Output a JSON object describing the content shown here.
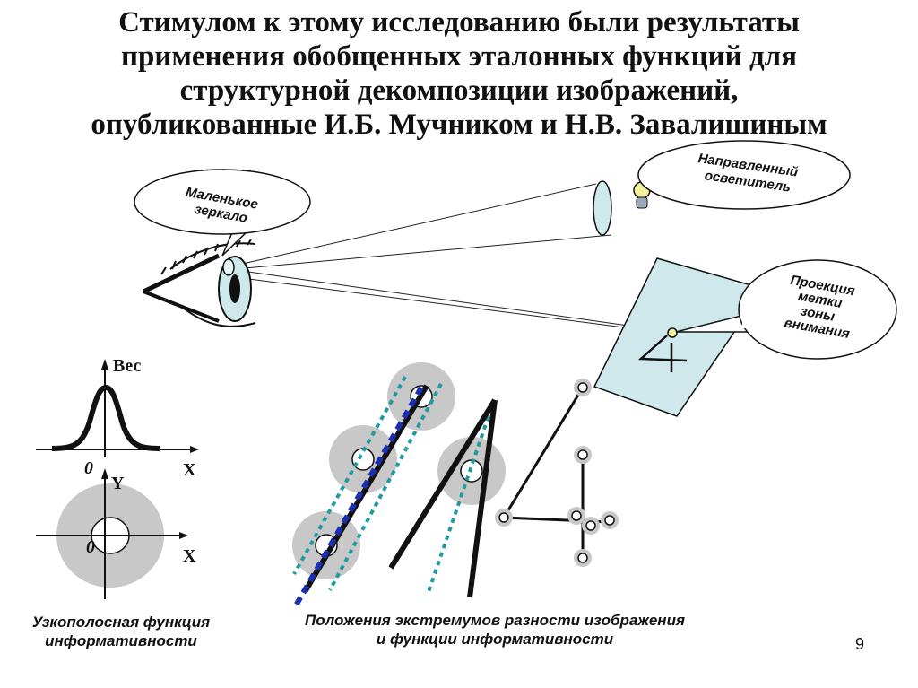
{
  "title": {
    "lines": [
      "Стимулом к этому исследованию были результаты",
      "применения обобщенных эталонных функций для",
      "структурной декомпозиции изображений,",
      "опубликованные И.Б. Мучником и Н.В. Завалишиным"
    ]
  },
  "callouts": {
    "mirror": [
      "Маленькое",
      "зеркало"
    ],
    "light": [
      "Направленный",
      "осветитель"
    ],
    "projection": [
      "Проекция",
      "метки",
      "зоны",
      "внимания"
    ]
  },
  "graph_top": {
    "ylabel": "Вес",
    "origin": "0",
    "xlabel": "X"
  },
  "graph_bottom": {
    "ylabel": "Y",
    "origin": "0",
    "xlabel": "X"
  },
  "captions": {
    "left": [
      "Узкополосная функция",
      "информативности"
    ],
    "center": [
      "Положения экстремумов разности изображения",
      "и функции информативности"
    ]
  },
  "page_number": "9",
  "colors": {
    "screen_fill": "#cfe8ec",
    "gray_disc": "#c8c8c8",
    "blue_dash": "#1b2fb0",
    "teal_dot": "#1e9aa0",
    "bulb": "#f3f0a0"
  }
}
